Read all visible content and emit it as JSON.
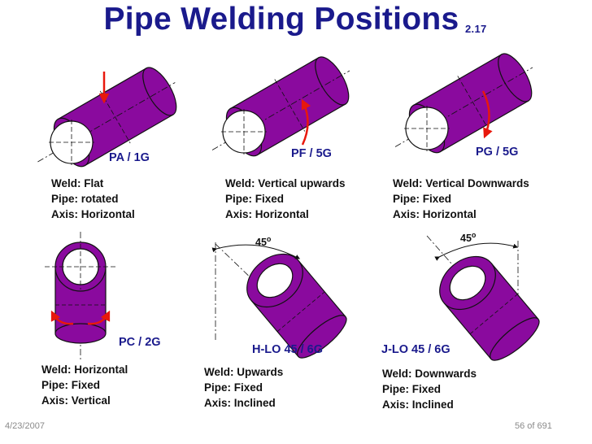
{
  "title": "Pipe Welding Positions",
  "title_number": "2.17",
  "colors": {
    "pipe": "#8a0a9e",
    "title": "#1a1a8c",
    "arrow": "#e8180c"
  },
  "positions": [
    {
      "code": "PA / 1G",
      "weld": "Weld: Flat",
      "pipe": "Pipe: rotated",
      "axis": "Axis: Horizontal"
    },
    {
      "code": "PF / 5G",
      "weld": "Weld: Vertical upwards",
      "pipe": "Pipe: Fixed",
      "axis": "Axis: Horizontal"
    },
    {
      "code": "PG / 5G",
      "weld": "Weld: Vertical Downwards",
      "pipe": "Pipe: Fixed",
      "axis": "Axis: Horizontal"
    },
    {
      "code": "PC / 2G",
      "weld": "Weld: Horizontal",
      "pipe": "Pipe: Fixed",
      "axis": "Axis: Vertical"
    },
    {
      "code": "H-LO 45 / 6G",
      "weld": "Weld: Upwards",
      "pipe": "Pipe: Fixed",
      "axis": "Axis: Inclined",
      "angle": "45",
      "angle_unit": "o"
    },
    {
      "code": "J-LO 45 / 6G",
      "weld": "Weld: Downwards",
      "pipe": "Pipe: Fixed",
      "axis": "Axis: Inclined",
      "angle": "45",
      "angle_unit": "o"
    }
  ],
  "footer": {
    "date": "4/23/2007",
    "page": "56 of 691"
  }
}
